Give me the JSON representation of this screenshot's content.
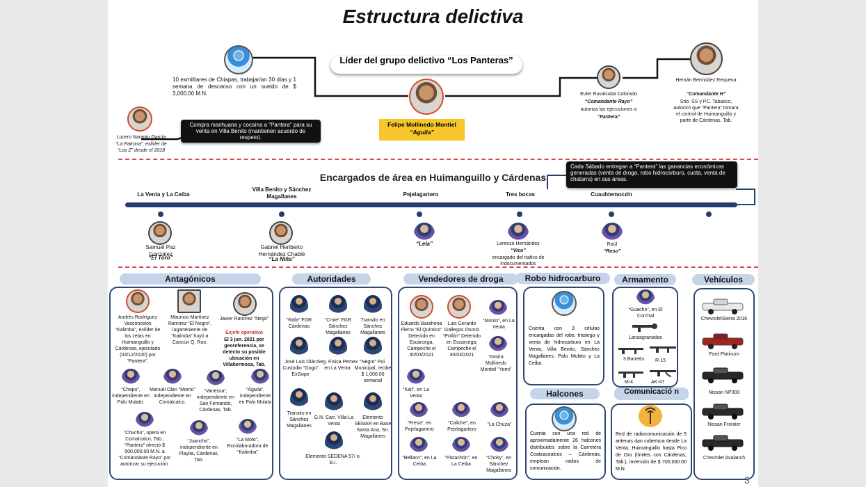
{
  "title": "Estructura delictiva",
  "leader": {
    "box_label": "Líder del grupo delictivo “Los Panteras”",
    "name": "Felipe Mollinedo Montiel",
    "alias": "“Aguila”"
  },
  "top_left": {
    "exmilitares": "10 exmilitares de Chiapas, trabajarían 30 días y 1 semana de descanso con un sueldo de $ 3,000.00 M.N.",
    "lucero_name": "Lucero Naranjo García",
    "lucero_desc": "“La Patrona”, exlíder de “Los Z” desde el 2018",
    "buy_box": "Compra marihuana y cocaína a “Pantera” para su venta en Villa Benito (mantienen acuerdo de respeto)."
  },
  "top_right": {
    "euler_name": "Euler Ruvalcaba Colorado",
    "euler_alias": "“Comandante Rayo”",
    "euler_desc": "autoriza las ejecuciones a",
    "euler_target": "“Pantera”",
    "hernan_name": "Hernán Bermúdez Requena",
    "hernan_alias": "“Comandante H”",
    "hernan_desc": "Srio. SS y PC. Tabasco, autorizó que “Pantera” tomara el control de Huimanguillo y parte de Cárdenas, Tab.",
    "saturday_box": "Cada Sábado entregan a “Pantera” las ganancias económicas generadas (venta de droga, robo hidrocarburo, cuota, venta de chatarra) en sus áreas."
  },
  "areas": {
    "section_title": "Encargados de área en Huimanguillo y Cárdenas",
    "labels": [
      "La Venta y La Ceiba",
      "Villa Benito y Sánchez Magallanes",
      "Pejelagartero",
      "Tres bocas",
      "Cuauhtemoczín"
    ],
    "managers": [
      {
        "name": "Samuel Paz González",
        "alias": "“El Toro”"
      },
      {
        "name": "Gabriel Heriberto Hernández Chablé",
        "alias": "“La Niña”"
      },
      {
        "name": "",
        "alias": "“Lela”"
      },
      {
        "name": "Lorenzo Hernández",
        "alias": "“Vico”",
        "desc": "encargado del trafico de indocumentados"
      },
      {
        "name": "Raúl",
        "alias": "“Ruso”"
      }
    ]
  },
  "headers": {
    "antagonicos": "Antagónicos",
    "autoridades": "Autoridades",
    "vendedores": "Vendedores de droga",
    "robo": "Robo hidrocarburo",
    "armamento": "Armamento",
    "vehiculos": "Vehículos",
    "halcones": "Halcones",
    "comunicacion": "Comunicació n"
  },
  "antagonicos": {
    "andres": "Andrés Rodríguez Vasconcelos “Kalimba”, exlíder de los zetas en Huimanguillo y Cárdenas, ejecutado (04/12/2020) por “Pantera”.",
    "mauricio": "Mauricio Martínez Ramírez “El Negro”, lugarteniente de “Kalimba” huyó a Cancún Q. Roo.",
    "javier": "Javier Ramírez “Nego”",
    "javier_op": "Exjefe operativo",
    "javier_desc": "El 3 jun. 2021 por georeferencia, se detecto su posible ubicación en Villahermosa, Tab.",
    "chepo": "“Chepo”, independiente en Palo Mulato.",
    "manuel": "Manuel Olan “Momo” independiente en Comalcalco.",
    "vanessa": "“Vanessa”, independiente en San Fernando, Cárdenas, Tab.",
    "aguila2": "“Águila”, independiente en Palo Mulato",
    "chucho": "“Chucho”, opera en Comalcalco, Tab.; “Pantera” ofreció $ 500,000.00 M.N. a “Comandante Rayo” por autorizar su ejecución.",
    "juancho": "“Juancho”, independiente en Playita, Cárdenas, Tab.",
    "lamoto": "“La Moto”, Excolaboradora de “Kalimba”"
  },
  "autoridades": [
    "“Rafa” FGR Cárdenas",
    "“Cmte” FGR Sánchez Magallanes",
    "Transito en Sánchez Magallanes",
    "José Luis Olán Custodio “Gogo” ExGope",
    "Seg. Física Pemex en La Venta",
    "“Negro” Pol. Municipal, recibe $ 1,000.00 semanal",
    "Transito en Sánchez Magallanes",
    "G.N. Carr. Villa-La Venta",
    "Elemento SEMAR en Base Santa Ana, Sn. Magallanes",
    "Elemento SEDENA 57/ o. B.I."
  ],
  "vendedores": [
    "Eduardo Barahona Fierro “El Químico” Detenido en Escárcega, Campeche el 30/03/2021",
    "Luis Gerardo Gallegos Osorio “Pollón” Detenido en Escárcega, Campeche el 30/03/2021",
    "“Monín”, en La Venta",
    "Yomira Mollinedo Montiel “Yomi”",
    "“Kali”, en La Venta",
    "“Fresa”, en Pejelagartero",
    "“Caliche”, en Pejelagartero",
    "“La Chuza”",
    "“Bellaco”, en La Ceiba",
    "“Pistachón”, en La Ceiba",
    "“Choky”, en Sánchez Magallanes"
  ],
  "robo_desc": "Cuenta con 3 células encargadas del robo, trasiego y venta de hidrocarburo en La Venta, Villa Benito, Sánchez Magallanes, Palo Mulato y La Ceiba.",
  "halcones_desc": "Cuenta con una red de aproximadamente 26 halcones distribuidos sobre la Carretera Coatzacoalcos – Cárdenas, emplean radios de comunicación.",
  "armamento": {
    "guacho": "“Guacho”, en El Corchal",
    "items": [
      "Lanzagranadas",
      "3 Barretts",
      "R-15",
      "M-4",
      "AK-47"
    ]
  },
  "comunicacion_desc": "Red de radiocomunicación de 5 antenas dan cobertura desde La Venta, Huimanguillo hasta Pico de Oro (límites con Cárdenas, Tab.), inversión de $ 700,000.00 M.N.",
  "vehiculos": [
    "ChevroletSierra 2016",
    "Ford Platinum",
    "Nissan NP300",
    "Nissan Frontier",
    "Chevrolet Avalanch"
  ],
  "page_number": "3",
  "colors": {
    "navy": "#233e6e",
    "header_blue": "#c6d4ea",
    "leader_yellow": "#f6c62b",
    "dashed_red": "#d44a4a"
  }
}
